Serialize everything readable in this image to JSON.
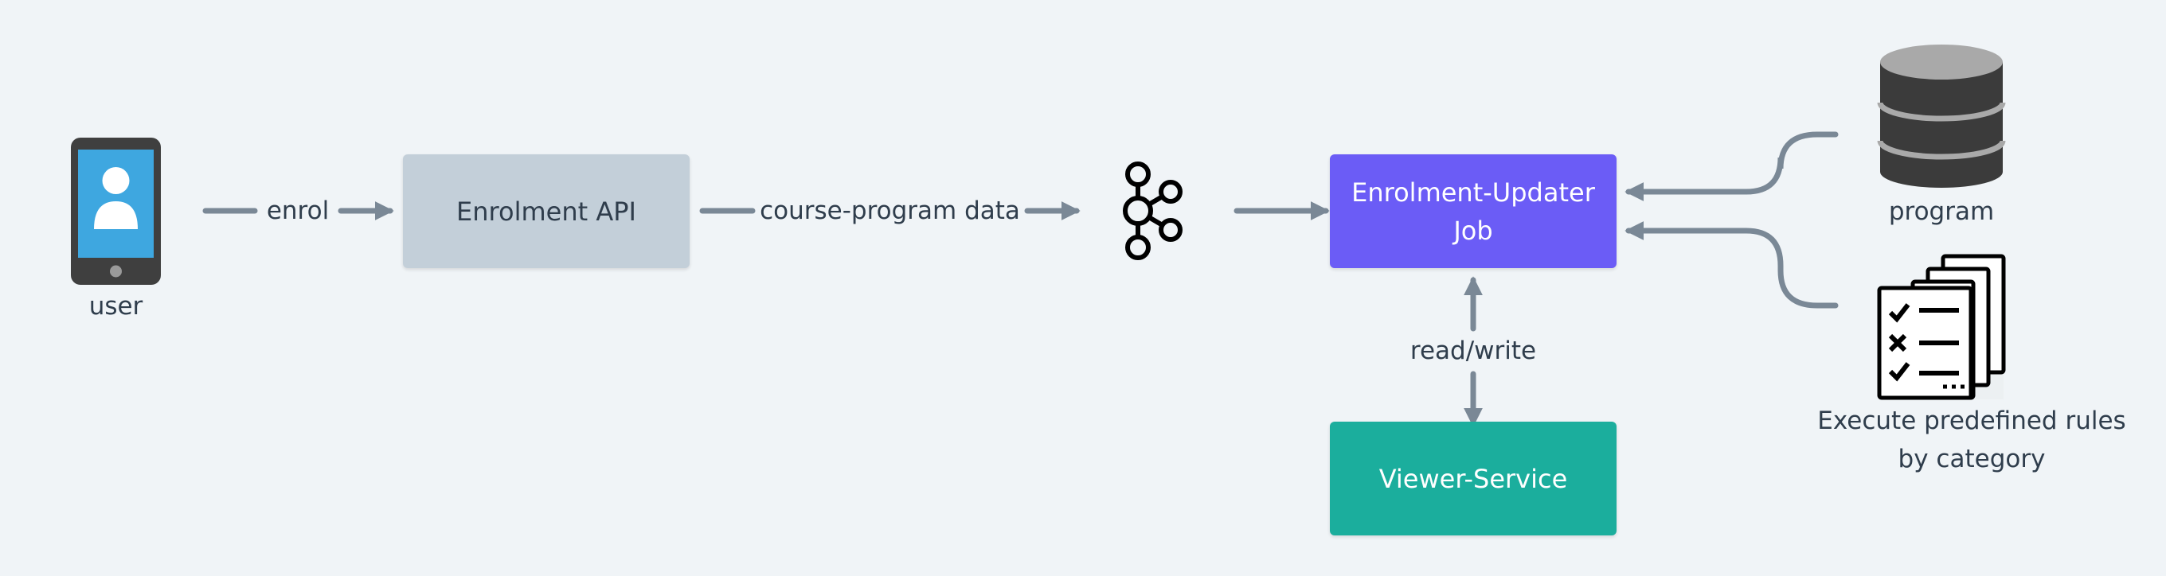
{
  "nodes": {
    "user": {
      "label": "user",
      "icon": "smartphone-user-icon"
    },
    "enrolment_api": {
      "label": "Enrolment API"
    },
    "kafka": {
      "icon": "kafka-icon"
    },
    "updater_job": {
      "label": "Enrolment-Updater\nJob"
    },
    "viewer_service": {
      "label": "Viewer-Service"
    },
    "program": {
      "label": "program",
      "icon": "database-icon"
    },
    "rules": {
      "label": "Execute predefined rules\nby category",
      "icon": "checklist-documents-icon"
    }
  },
  "edges": {
    "enrol": "enrol",
    "course_program": "course-program data",
    "read_write": "read/write"
  },
  "colors": {
    "background": "#f0f4f7",
    "connector": "#7a8896",
    "api_box": "#c3cfd9",
    "job_box": "#6b5cf6",
    "viewer_box": "#1bae9d",
    "text": "#2f3d4c"
  }
}
